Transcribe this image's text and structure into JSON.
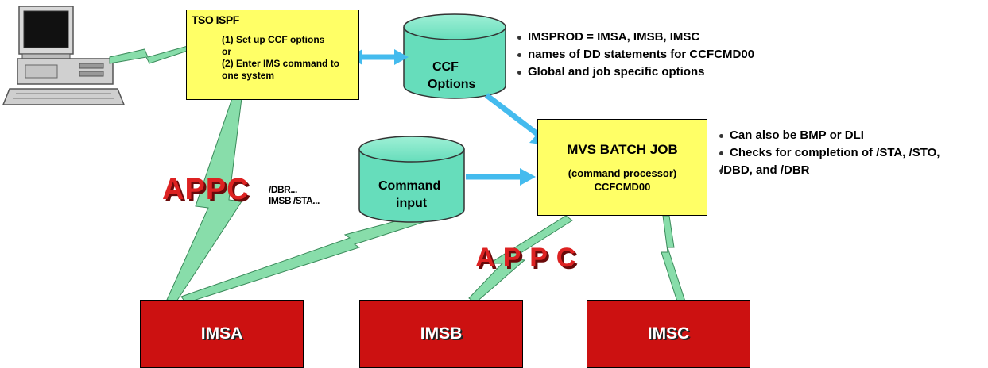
{
  "tso_box": {
    "title": "TSO ISPF",
    "line1": "(1) Set up CCF options",
    "line2": "or",
    "line3": "(2) Enter IMS command to",
    "line4": "one system"
  },
  "ccf_cylinder": {
    "line1": "CCF",
    "line2": "Options"
  },
  "ccf_notes": [
    "IMSPROD = IMSA, IMSB, IMSC",
    "names of DD statements for CCFCMD00",
    "Global and job specific options"
  ],
  "batch_box": {
    "title": "MVS BATCH JOB",
    "line1": "(command processor)",
    "line2": "CCFCMD00"
  },
  "batch_notes": [
    "Can also be BMP or DLI",
    "Checks for completion of /STA, /STO,",
    "/DBD, and /DBR"
  ],
  "command_cylinder": {
    "line1": "Command",
    "line2": "input"
  },
  "appc_left": "APPC",
  "appc_center": "A P P C",
  "commands": {
    "line1": "/DBR...",
    "line2": "IMSB /STA..."
  },
  "ims_systems": [
    "IMSA",
    "IMSB",
    "IMSC"
  ],
  "colors": {
    "yellow": "#ffff66",
    "red": "#cc1111",
    "aqua": "#66ddbb",
    "arrow": "#44bbee",
    "bolt": "#88ddaa"
  }
}
